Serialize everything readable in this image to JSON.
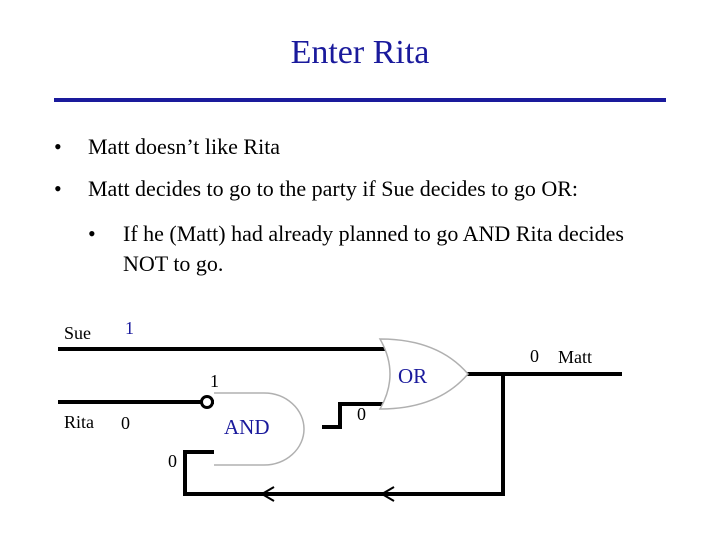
{
  "slide": {
    "title": "Enter Rita",
    "title_color": "#1a1a9c",
    "rule_color": "#1a1a9c",
    "bullet_symbol": "•",
    "bullets": [
      "Matt doesn’t like Rita",
      "Matt decides to go to the party if Sue decides to go OR:"
    ],
    "sub_bullets": [
      "If he (Matt) had already planned to go AND Rita decides",
      "NOT to go."
    ]
  },
  "diagram": {
    "label_color": "#1a1a9c",
    "inputs": {
      "sue_label": "Sue",
      "sue_value": "1",
      "rita_label": "Rita",
      "rita_value": "0"
    },
    "gates": {
      "or_label": "OR",
      "and_label": "AND"
    },
    "signals": {
      "and_top_input_value": "1",
      "feedback_value": "0",
      "and_output_value": "0",
      "or_output_value": "0"
    },
    "output_label": "Matt"
  }
}
